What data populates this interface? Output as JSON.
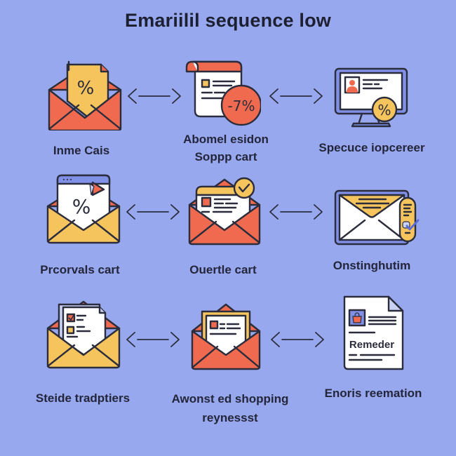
{
  "title": "Emariilil sequence low",
  "colors": {
    "background": "#98a8ee",
    "red": "#ef6a4f",
    "yellow": "#f5c45c",
    "white": "#ffffff",
    "outline": "#2b2d3c",
    "blue": "#7f90e6"
  },
  "steps": [
    {
      "label_lines": [
        "Inme Cais"
      ],
      "icon": "envelope-discount-tag-icon"
    },
    {
      "label_lines": [
        "Abomel esidon",
        "Soppp cart"
      ],
      "icon": "scroll-discount-badge-icon",
      "badge_text": "-7%"
    },
    {
      "label_lines": [
        "Specuce iopcereer"
      ],
      "icon": "monitor-profile-discount-icon",
      "badge_text": "%"
    },
    {
      "label_lines": [
        "Prcorvals cart"
      ],
      "icon": "envelope-browser-percent-icon",
      "badge_text": "%"
    },
    {
      "label_lines": [
        "Ouertle cart"
      ],
      "icon": "envelope-document-check-icon"
    },
    {
      "label_lines": [
        "Onstinghutim"
      ],
      "icon": "envelope-receipt-check-icon"
    },
    {
      "label_lines": [
        "Steide tradptiers"
      ],
      "icon": "envelope-checklist-icon"
    },
    {
      "label_lines": [
        "Awonst ed shopping",
        "reynessst"
      ],
      "icon": "envelope-letter-icon"
    },
    {
      "label_lines": [
        "Enoris reemation"
      ],
      "icon": "document-reminder-icon",
      "doc_text": "Remeder"
    }
  ],
  "connectors": [
    {
      "from": 1,
      "to": 2,
      "type": "bidirectional-arrow"
    },
    {
      "from": 2,
      "to": 3,
      "type": "bidirectional-arrow"
    },
    {
      "from": 4,
      "to": 5,
      "type": "bidirectional-arrow"
    },
    {
      "from": 5,
      "to": 6,
      "type": "bidirectional-arrow"
    },
    {
      "from": 7,
      "to": 8,
      "type": "bidirectional-arrow"
    },
    {
      "from": 8,
      "to": 9,
      "type": "bidirectional-arrow"
    }
  ]
}
